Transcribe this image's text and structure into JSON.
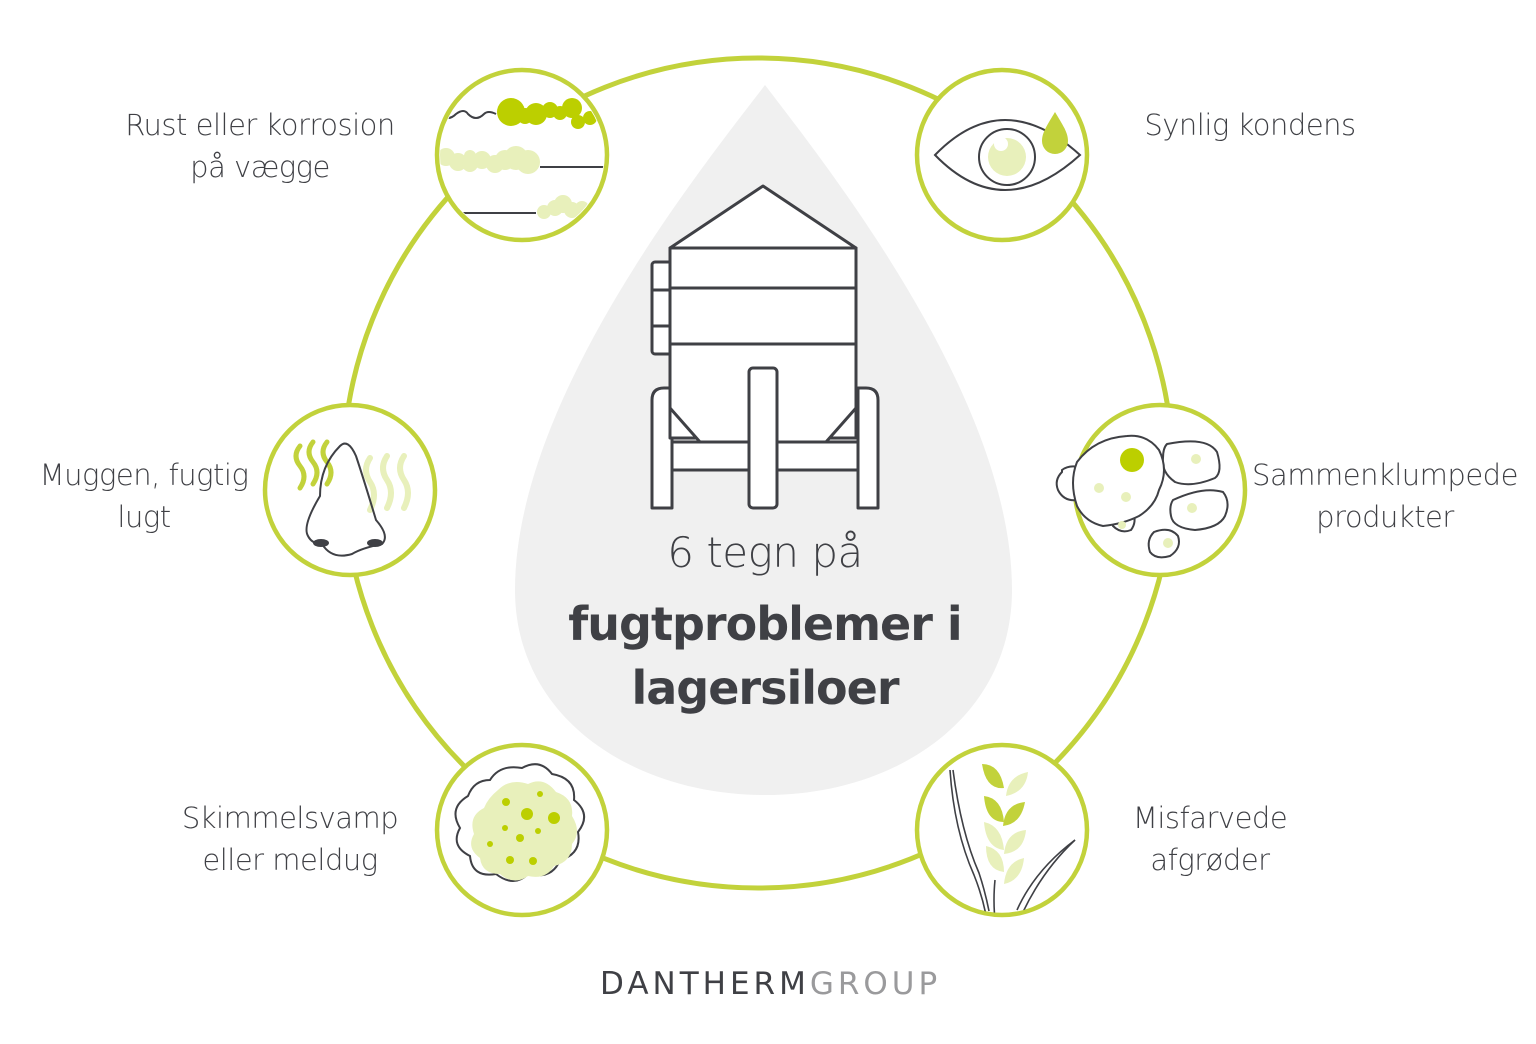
{
  "title": {
    "line1": "6 tegn på",
    "line2": "fugtproblemer i",
    "line3": "lagersiloer"
  },
  "signs": [
    {
      "id": "rust",
      "label_line1": "Rust eller korrosion",
      "label_line2": "på vægge",
      "icon": "corroded-wall-icon"
    },
    {
      "id": "condensation",
      "label_line1": "Synlig kondens",
      "label_line2": "",
      "icon": "eye-with-droplet-icon"
    },
    {
      "id": "smell",
      "label_line1": "Muggen, fugtig",
      "label_line2": "lugt",
      "icon": "nose-smell-icon"
    },
    {
      "id": "clumped",
      "label_line1": "Sammenklumpede",
      "label_line2": "produkter",
      "icon": "clumped-stones-icon"
    },
    {
      "id": "mold",
      "label_line1": "Skimmelsvamp",
      "label_line2": "eller meldug",
      "icon": "mold-spot-icon"
    },
    {
      "id": "discolored",
      "label_line1": "Misfarvede",
      "label_line2": "afgrøder",
      "icon": "wheat-icon"
    }
  ],
  "center_icon": "grain-silo-icon",
  "logo": {
    "part1": "DANTHERM",
    "part2": "GROUP"
  },
  "colors": {
    "accent_green": "#c2d23b",
    "bright_green": "#bccf00",
    "pale_green": "#e8f0bb",
    "outline_dark": "#3f4045",
    "drop_gray": "#f0f0f0",
    "logo_gray": "#9a9a9c"
  }
}
